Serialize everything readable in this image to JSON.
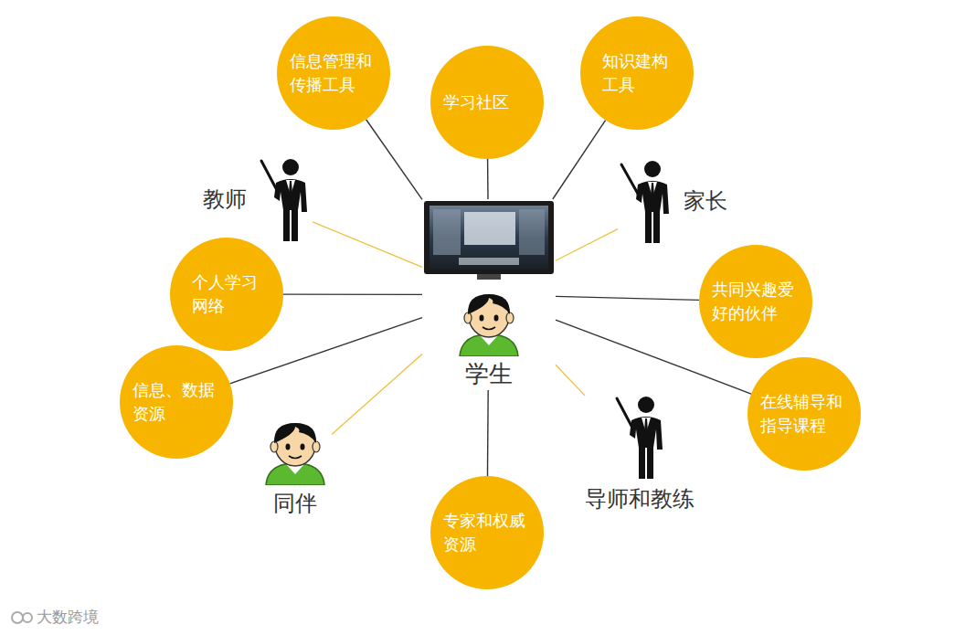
{
  "diagram": {
    "nodes": [
      {
        "text": [
          "信息管理和传播工具"
        ]
      },
      {
        "text": [
          "学习社区"
        ]
      },
      {
        "text": [
          "知识建构工具"
        ]
      },
      {
        "text": [
          "教师"
        ]
      },
      {
        "text": [
          "家长"
        ]
      },
      {
        "text": [
          "个人学习网络"
        ]
      },
      {
        "text": [
          "学生"
        ]
      },
      {
        "text": [
          "共同兴趣爱好的伙伴"
        ]
      },
      {
        "text": [
          "信息、数据资源"
        ]
      },
      {
        "text": [
          "在线辅导和指导课程"
        ]
      },
      {
        "text": [
          "同伴"
        ]
      },
      {
        "text": [
          "导师和教练"
        ]
      },
      {
        "text": [
          "专家和权威资源"
        ]
      }
    ],
    "edges": [
      {
        "from": 0,
        "to": 6,
        "arrow": "none"
      },
      {
        "from": 1,
        "to": 6,
        "arrow": "none"
      },
      {
        "from": 2,
        "to": 6,
        "arrow": "none"
      },
      {
        "from": 3,
        "to": 6,
        "arrow": "none"
      },
      {
        "from": 4,
        "to": 6,
        "arrow": "none"
      },
      {
        "from": 5,
        "to": 6,
        "arrow": "none"
      },
      {
        "from": 7,
        "to": 6,
        "arrow": "none"
      },
      {
        "from": 8,
        "to": 6,
        "arrow": "none"
      },
      {
        "from": 9,
        "to": 6,
        "arrow": "none"
      },
      {
        "from": 10,
        "to": 6,
        "arrow": "none"
      },
      {
        "from": 11,
        "to": 6,
        "arrow": "none"
      },
      {
        "from": 12,
        "to": 6,
        "arrow": "none"
      }
    ],
    "labels": [
      "大数跨境"
    ]
  }
}
